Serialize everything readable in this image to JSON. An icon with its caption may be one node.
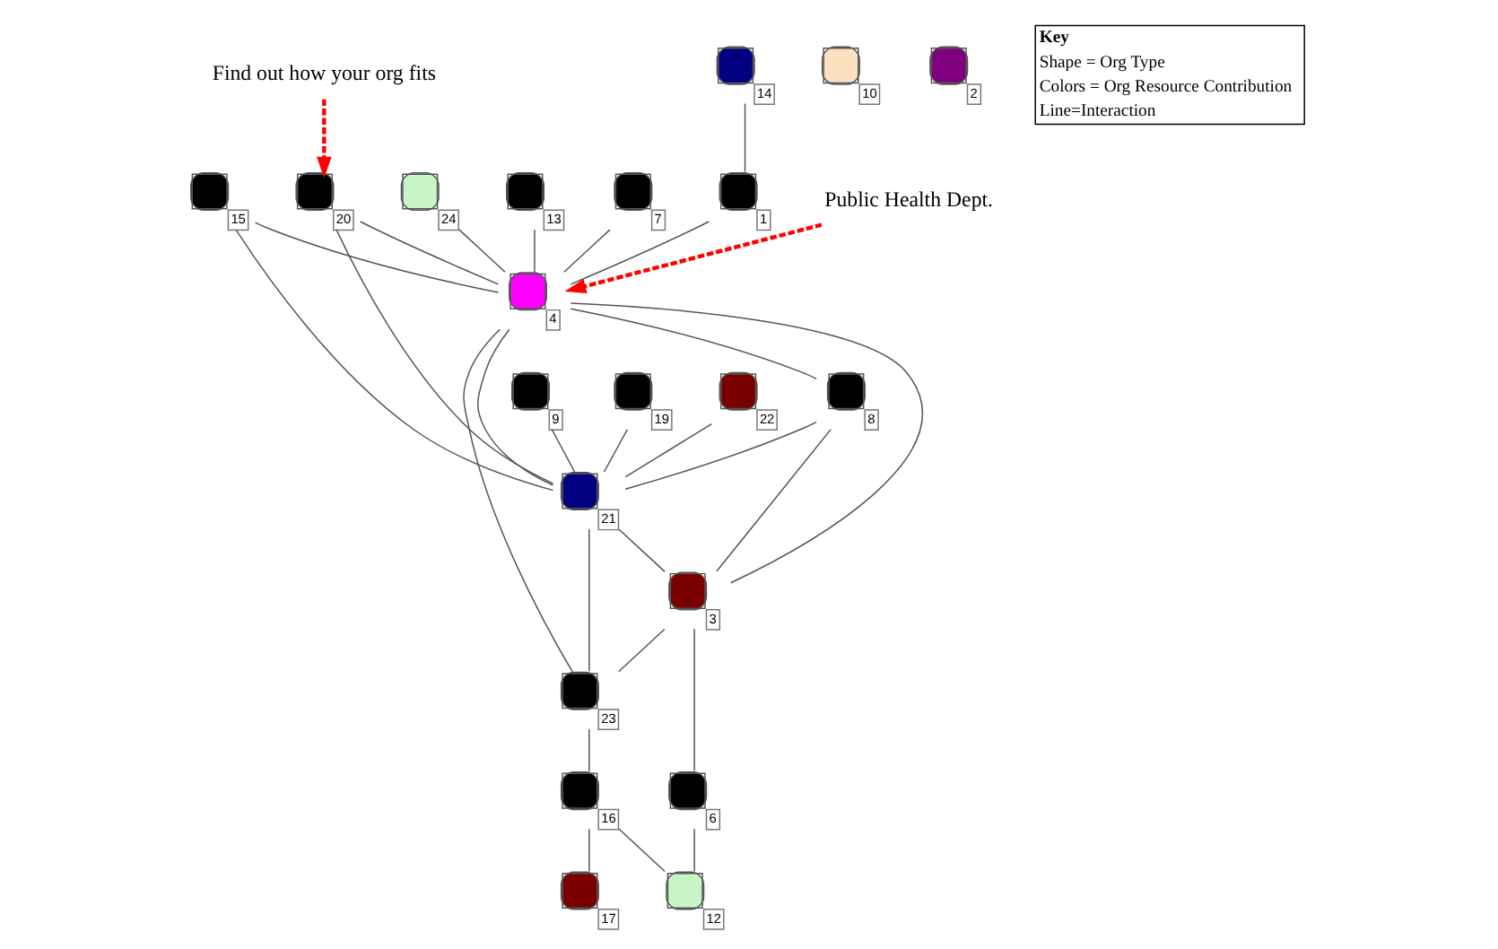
{
  "diagram": {
    "nodes": [
      {
        "text": [
          "19"
        ]
      },
      {
        "text": [
          "24"
        ]
      },
      {
        "text": [
          "22"
        ]
      },
      {
        "text": [
          "20"
        ]
      },
      {
        "text": [
          "Find out how your org fits"
        ]
      },
      {
        "text": [
          "9"
        ]
      },
      {
        "text": [
          "10"
        ]
      },
      {
        "text": [
          "15"
        ]
      },
      {
        "text": [
          "21"
        ]
      },
      {
        "text": [
          "13"
        ]
      },
      {
        "text": [
          "4"
        ]
      },
      {
        "text": [
          "23"
        ]
      },
      {
        "text": [
          "2"
        ]
      },
      {
        "text": [
          "7"
        ]
      },
      {
        "text": [
          "3"
        ]
      },
      {
        "text": [
          "17"
        ]
      },
      {
        "text": [
          "16"
        ]
      },
      {
        "text": [
          "8"
        ]
      },
      {
        "text": [
          "1"
        ]
      },
      {
        "text": [
          "6"
        ]
      },
      {
        "text": [
          "12"
        ]
      },
      {
        "text": [
          "Public Health Dept."
        ]
      },
      {
        "text": [
          "14"
        ]
      }
    ],
    "edges": [
      {
        "from": 1,
        "to": 10,
        "arrow": "none"
      },
      {
        "from": 2,
        "to": 8,
        "arrow": "none"
      },
      {
        "from": 3,
        "to": 10,
        "arrow": "none"
      },
      {
        "from": 3,
        "to": 8,
        "arrow": "none"
      },
      {
        "from": 0,
        "to": 8,
        "arrow": "none"
      },
      {
        "from": 5,
        "to": 8,
        "arrow": "none"
      },
      {
        "from": 7,
        "to": 8,
        "arrow": "none"
      },
      {
        "from": 7,
        "to": 10,
        "arrow": "none"
      },
      {
        "from": 9,
        "to": 10,
        "arrow": "none"
      },
      {
        "from": 13,
        "to": 10,
        "arrow": "none"
      },
      {
        "from": 18,
        "to": 10,
        "arrow": "none"
      },
      {
        "from": 22,
        "to": 18,
        "arrow": "none"
      },
      {
        "from": 10,
        "to": 8,
        "arrow": "none"
      },
      {
        "from": 10,
        "to": 11,
        "arrow": "none"
      },
      {
        "from": 10,
        "to": 14,
        "arrow": "none"
      },
      {
        "from": 10,
        "to": 17,
        "arrow": "none"
      },
      {
        "from": 17,
        "to": 8,
        "arrow": "none"
      },
      {
        "from": 17,
        "to": 14,
        "arrow": "none"
      },
      {
        "from": 8,
        "to": 14,
        "arrow": "none"
      },
      {
        "from": 8,
        "to": 11,
        "arrow": "none"
      },
      {
        "from": 14,
        "to": 11,
        "arrow": "none"
      },
      {
        "from": 14,
        "to": 19,
        "arrow": "none"
      },
      {
        "from": 19,
        "to": 20,
        "arrow": "none"
      },
      {
        "from": 11,
        "to": 16,
        "arrow": "none"
      },
      {
        "from": 16,
        "to": 20,
        "arrow": "none"
      },
      {
        "from": 16,
        "to": 15,
        "arrow": "none"
      },
      {
        "from": 4,
        "to": 3,
        "arrow": "to",
        "style": "dashed",
        "color": "#ff0000"
      },
      {
        "from": 21,
        "to": 10,
        "arrow": "to",
        "style": "dashed",
        "color": "#ff0000"
      }
    ],
    "labels": [
      "Key",
      "Shape = Org Type",
      "Colors = Org Resource Contribution",
      "Line=Interaction"
    ]
  }
}
